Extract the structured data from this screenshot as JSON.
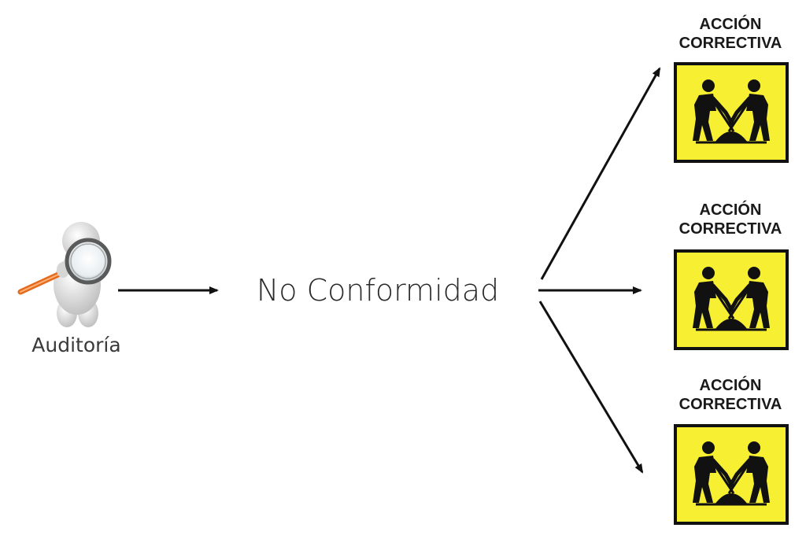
{
  "auditor": {
    "label": "Auditoría",
    "icon": "magnifying-glass-person-icon"
  },
  "center": {
    "label": "No Conformidad"
  },
  "actions": [
    {
      "line1": "ACCIÓN",
      "line2": "CORRECTIVA",
      "icon": "workers-digging-sign-icon"
    },
    {
      "line1": "ACCIÓN",
      "line2": "CORRECTIVA",
      "icon": "workers-digging-sign-icon"
    },
    {
      "line1": "ACCIÓN",
      "line2": "CORRECTIVA",
      "icon": "workers-digging-sign-icon"
    }
  ],
  "colors": {
    "sign_yellow": "#f7ef31",
    "sign_border": "#111111",
    "arrow": "#111111",
    "magnifier_handle": "#e46a1c"
  }
}
